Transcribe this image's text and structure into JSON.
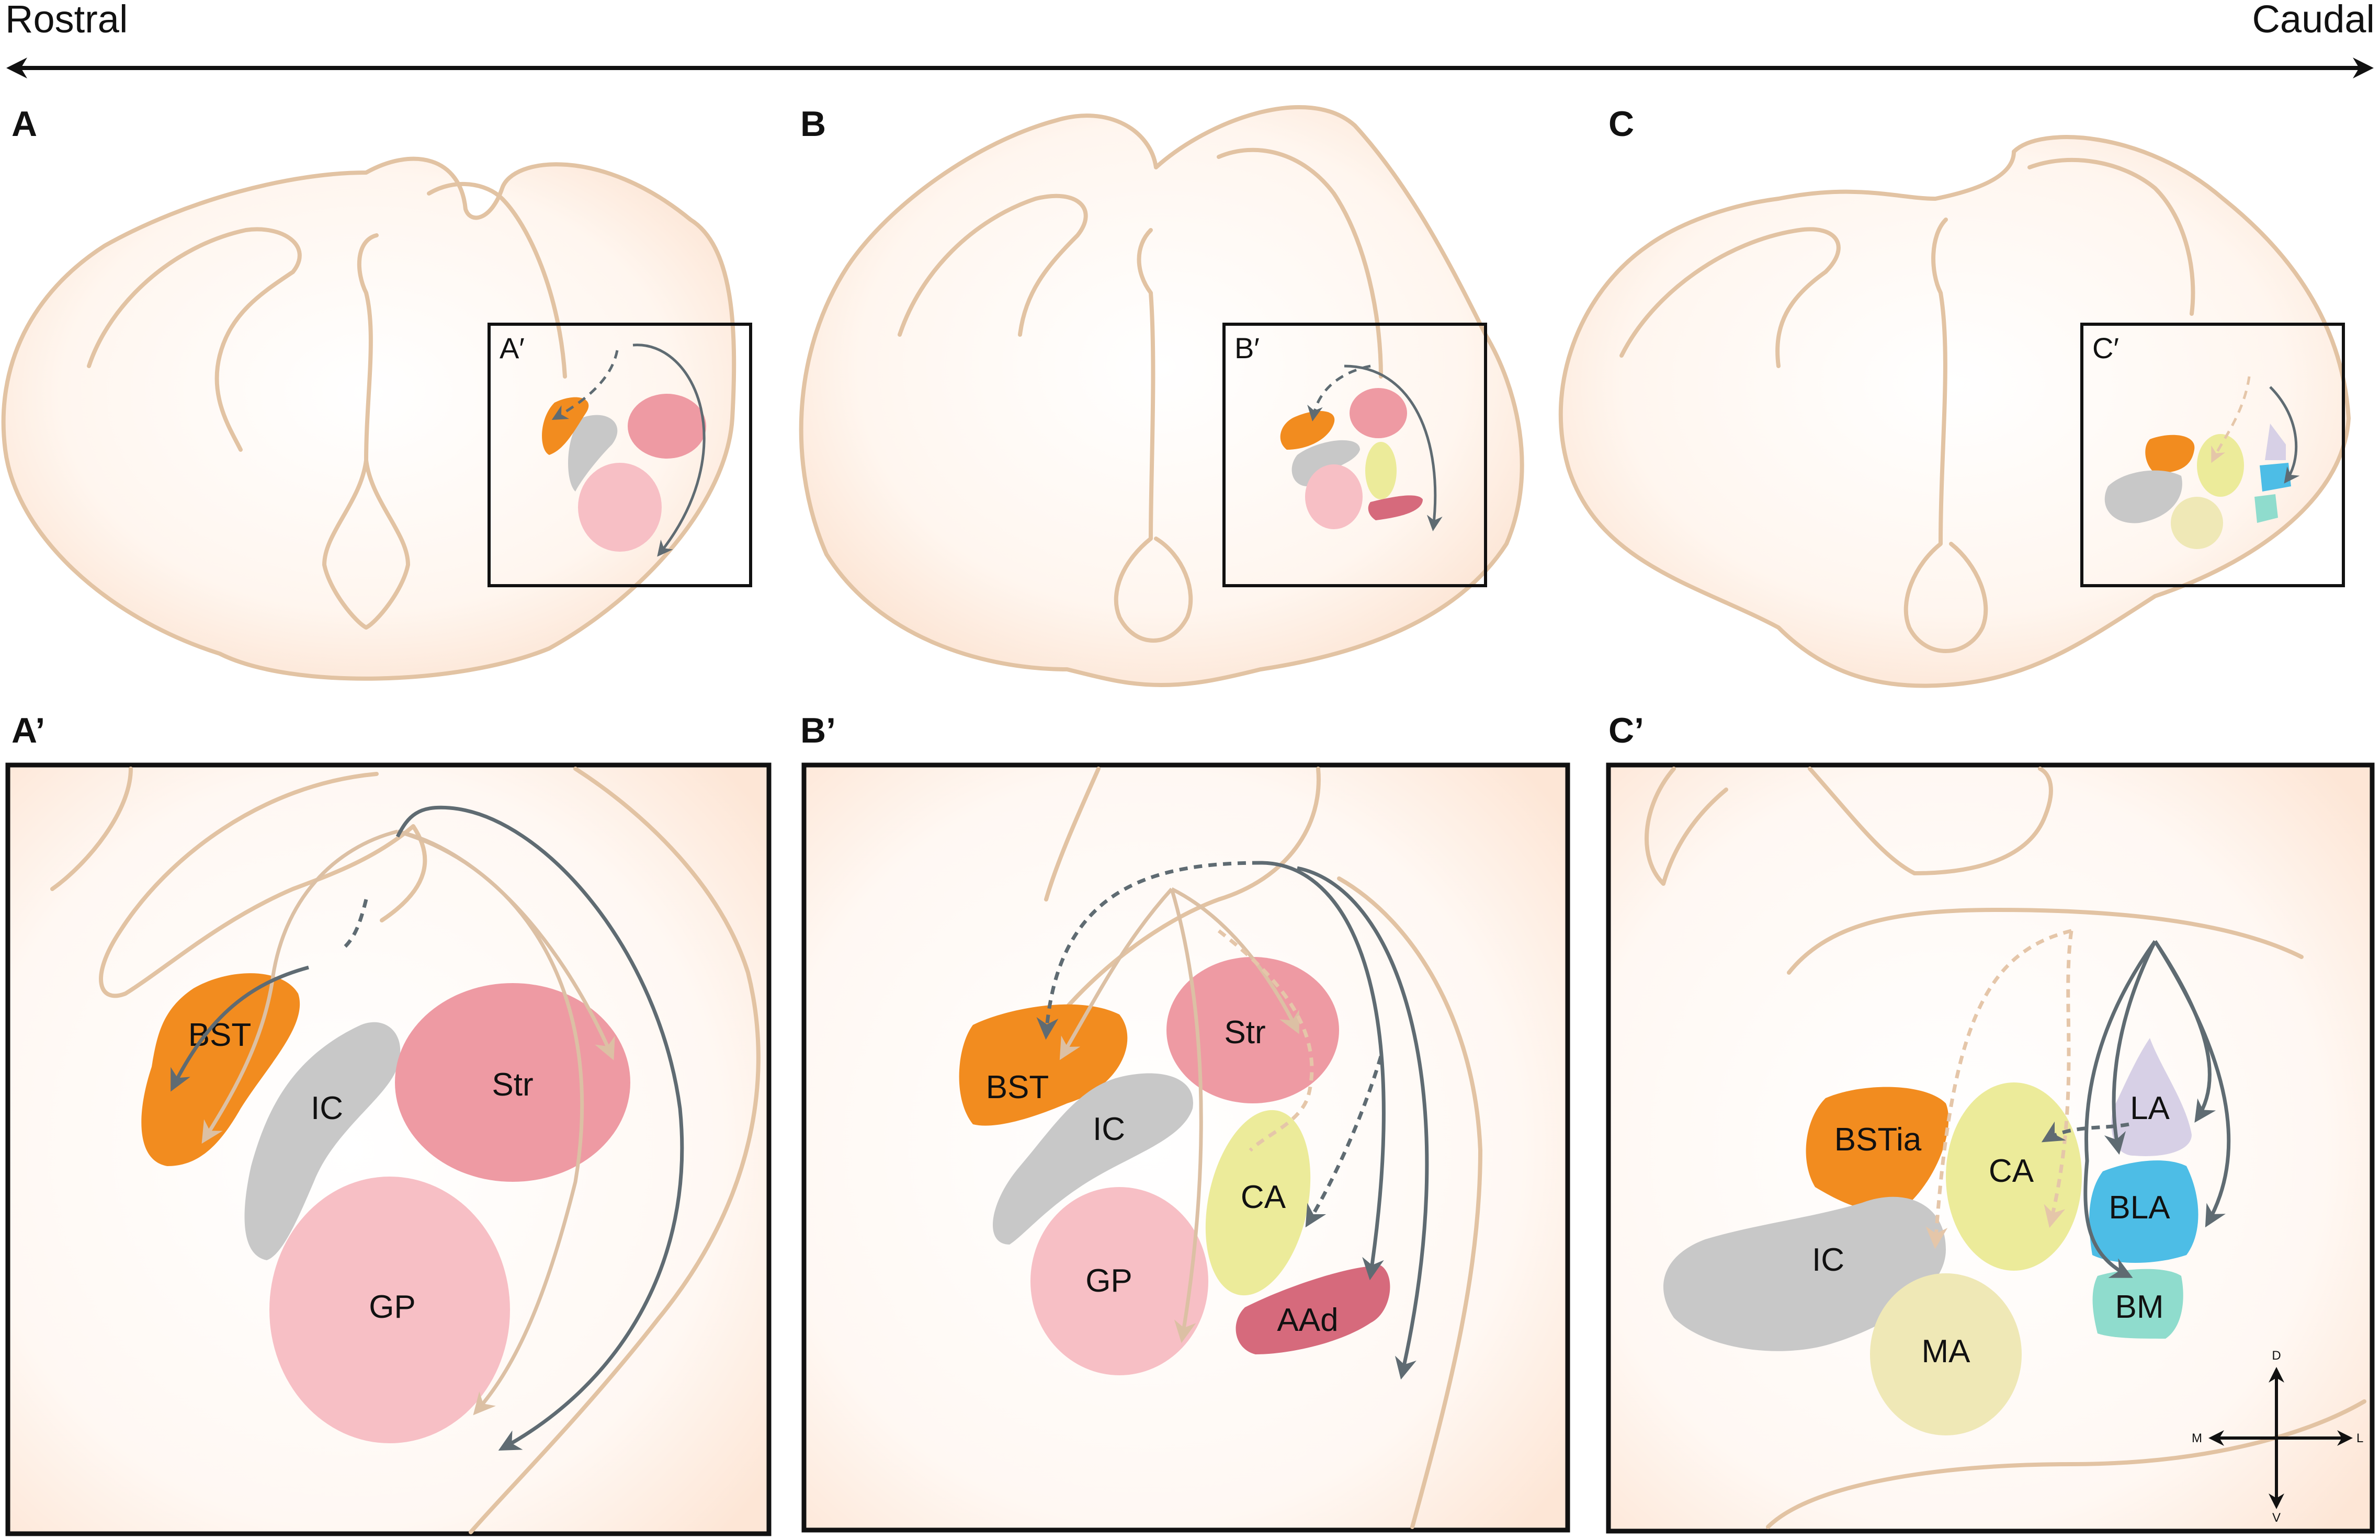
{
  "axis": {
    "left_label": "Rostral",
    "right_label": "Caudal"
  },
  "panels": {
    "A": {
      "letter": "A",
      "inset_tag": "A′"
    },
    "B": {
      "letter": "B",
      "inset_tag": "B′"
    },
    "C": {
      "letter": "C",
      "inset_tag": "C′"
    }
  },
  "insets": {
    "A_prime": {
      "letter": "A’",
      "regions": {
        "bst": "BST",
        "ic": "IC",
        "str": "Str",
        "gp": "GP"
      }
    },
    "B_prime": {
      "letter": "B’",
      "regions": {
        "bst": "BST",
        "ic": "IC",
        "str": "Str",
        "ca": "CA",
        "gp": "GP",
        "aad": "AAd"
      }
    },
    "C_prime": {
      "letter": "C’",
      "regions": {
        "bstia": "BSTia",
        "ic": "IC",
        "ca": "CA",
        "la": "LA",
        "bla": "BLA",
        "bm": "BM",
        "ma": "MA"
      }
    }
  },
  "compass": {
    "dorsal": "D",
    "ventral": "V",
    "medial": "M",
    "lateral": "L"
  },
  "colors": {
    "bst": "#f28c1f",
    "ic": "#c8c8c8",
    "striatum": "#ee9aa3",
    "gp": "#f7bfc5",
    "ca": "#eceb9a",
    "aad": "#d66a7c",
    "la": "#d7d0e6",
    "bla": "#4dbde6",
    "bm": "#8fdccd",
    "ma": "#efe8b6",
    "outline": "#e2c3a3",
    "arrow_tan": "#dcc0a4",
    "arrow_grey": "#5f6b72"
  }
}
